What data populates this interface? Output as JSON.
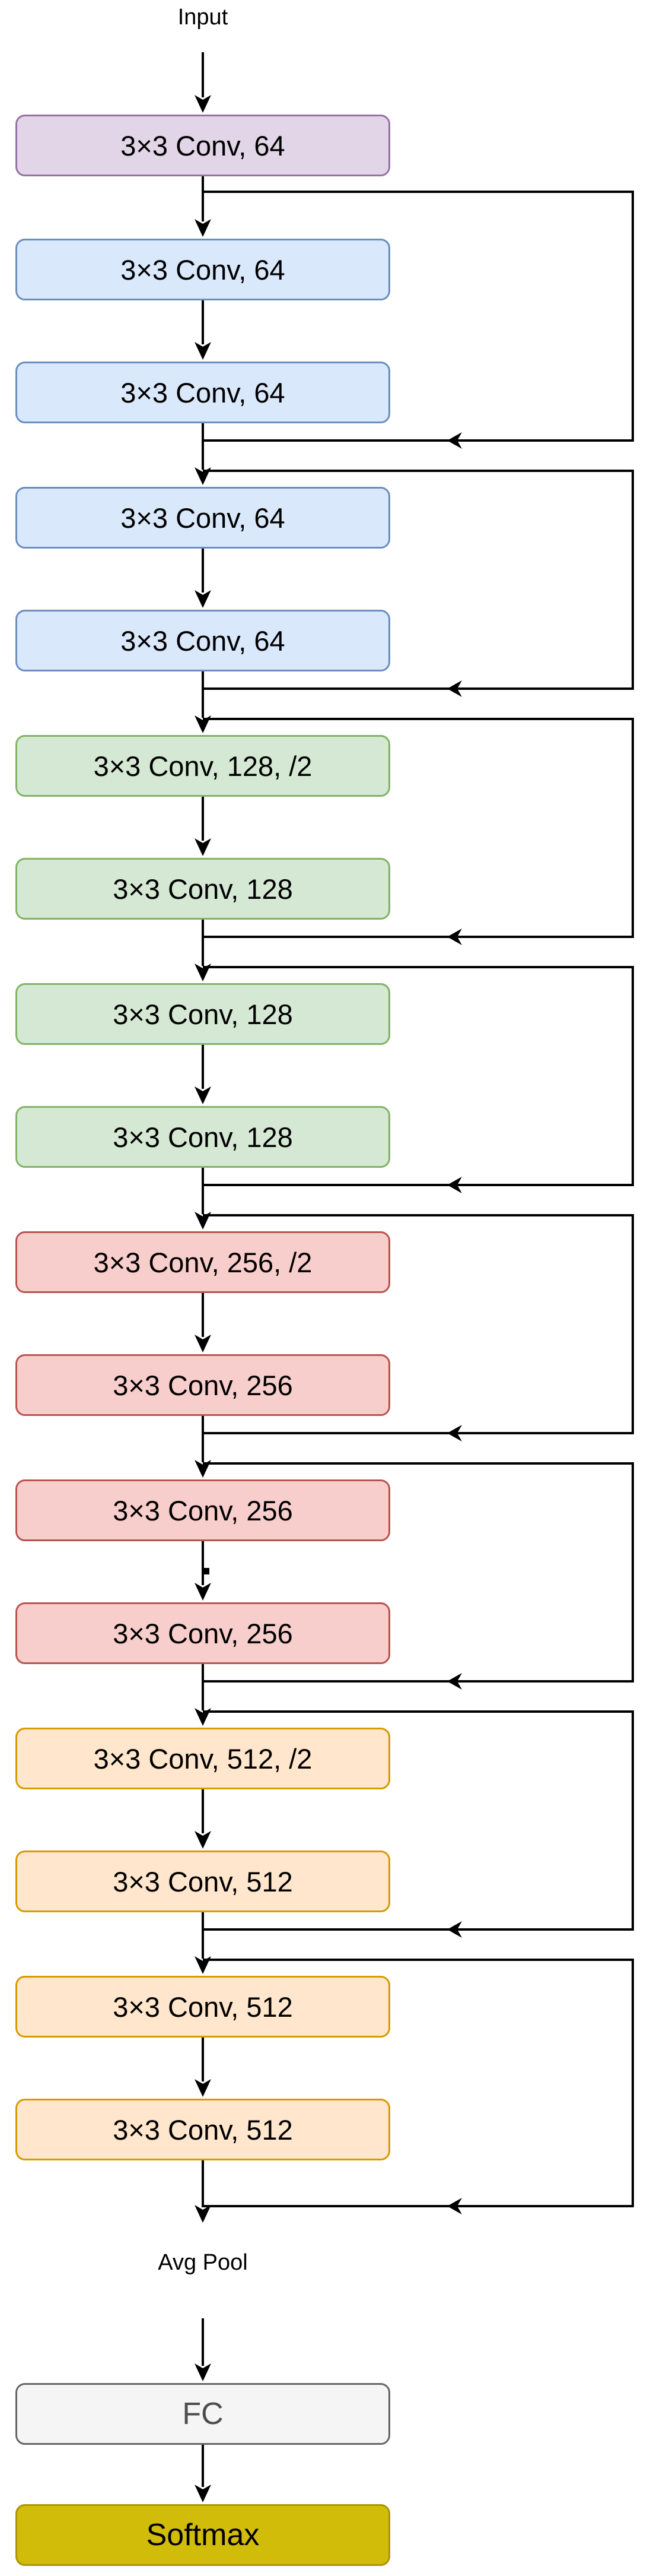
{
  "labels": {
    "input": "Input",
    "avg_pool": "Avg Pool"
  },
  "blocks": [
    {
      "id": "conv1",
      "label": "3×3 Conv, 64",
      "color": "purple"
    },
    {
      "id": "conv2_1",
      "label": "3×3 Conv, 64",
      "color": "blue"
    },
    {
      "id": "conv2_2",
      "label": "3×3 Conv, 64",
      "color": "blue"
    },
    {
      "id": "conv2_3",
      "label": "3×3 Conv, 64",
      "color": "blue"
    },
    {
      "id": "conv2_4",
      "label": "3×3 Conv, 64",
      "color": "blue"
    },
    {
      "id": "conv3_1",
      "label": "3×3 Conv, 128, /2",
      "color": "green"
    },
    {
      "id": "conv3_2",
      "label": "3×3 Conv, 128",
      "color": "green"
    },
    {
      "id": "conv3_3",
      "label": "3×3 Conv, 128",
      "color": "green"
    },
    {
      "id": "conv3_4",
      "label": "3×3 Conv, 128",
      "color": "green"
    },
    {
      "id": "conv4_1",
      "label": "3×3 Conv, 256, /2",
      "color": "red"
    },
    {
      "id": "conv4_2",
      "label": "3×3 Conv, 256",
      "color": "red"
    },
    {
      "id": "conv4_3",
      "label": "3×3 Conv, 256",
      "color": "red"
    },
    {
      "id": "conv4_4",
      "label": "3×3 Conv, 256",
      "color": "red"
    },
    {
      "id": "conv5_1",
      "label": "3×3 Conv, 512, /2",
      "color": "orange"
    },
    {
      "id": "conv5_2",
      "label": "3×3 Conv, 512",
      "color": "orange"
    },
    {
      "id": "conv5_3",
      "label": "3×3 Conv, 512",
      "color": "orange"
    },
    {
      "id": "conv5_4",
      "label": "3×3 Conv, 512",
      "color": "orange"
    },
    {
      "id": "fc",
      "label": "FC",
      "color": "gray"
    },
    {
      "id": "softmax",
      "label": "Softmax",
      "color": "gold"
    }
  ],
  "palette": {
    "purple_fill": "#E1D5E7",
    "purple_stroke": "#9673A6",
    "blue_fill": "#DAE8FC",
    "blue_stroke": "#6C8EBF",
    "green_fill": "#D5E8D4",
    "green_stroke": "#82B366",
    "red_fill": "#F8CECC",
    "red_stroke": "#B85450",
    "orange_fill": "#FFE6CC",
    "orange_stroke": "#D79B00",
    "gray_fill": "#F5F5F5",
    "gray_stroke": "#666666",
    "gold_fill": "#D2BC0A",
    "gold_stroke": "#A99600",
    "line": "#000000",
    "text": "#000000",
    "background": "#FFFFFF"
  },
  "icons": {
    "down_arrowhead": "filled down triangle",
    "merge_arrowhead": "filled left triangle"
  }
}
